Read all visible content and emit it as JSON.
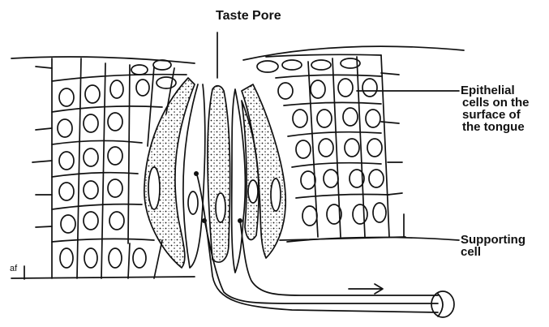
{
  "labels": {
    "taste_pore": "Taste Pore",
    "epithelial": [
      "Epithelial",
      "cells on the",
      "surface  of",
      "the  tongue"
    ],
    "supporting": [
      "Supporting",
      "cell"
    ],
    "corner_mark": "af"
  },
  "colors": {
    "ink": "#111111",
    "background": "#ffffff"
  }
}
